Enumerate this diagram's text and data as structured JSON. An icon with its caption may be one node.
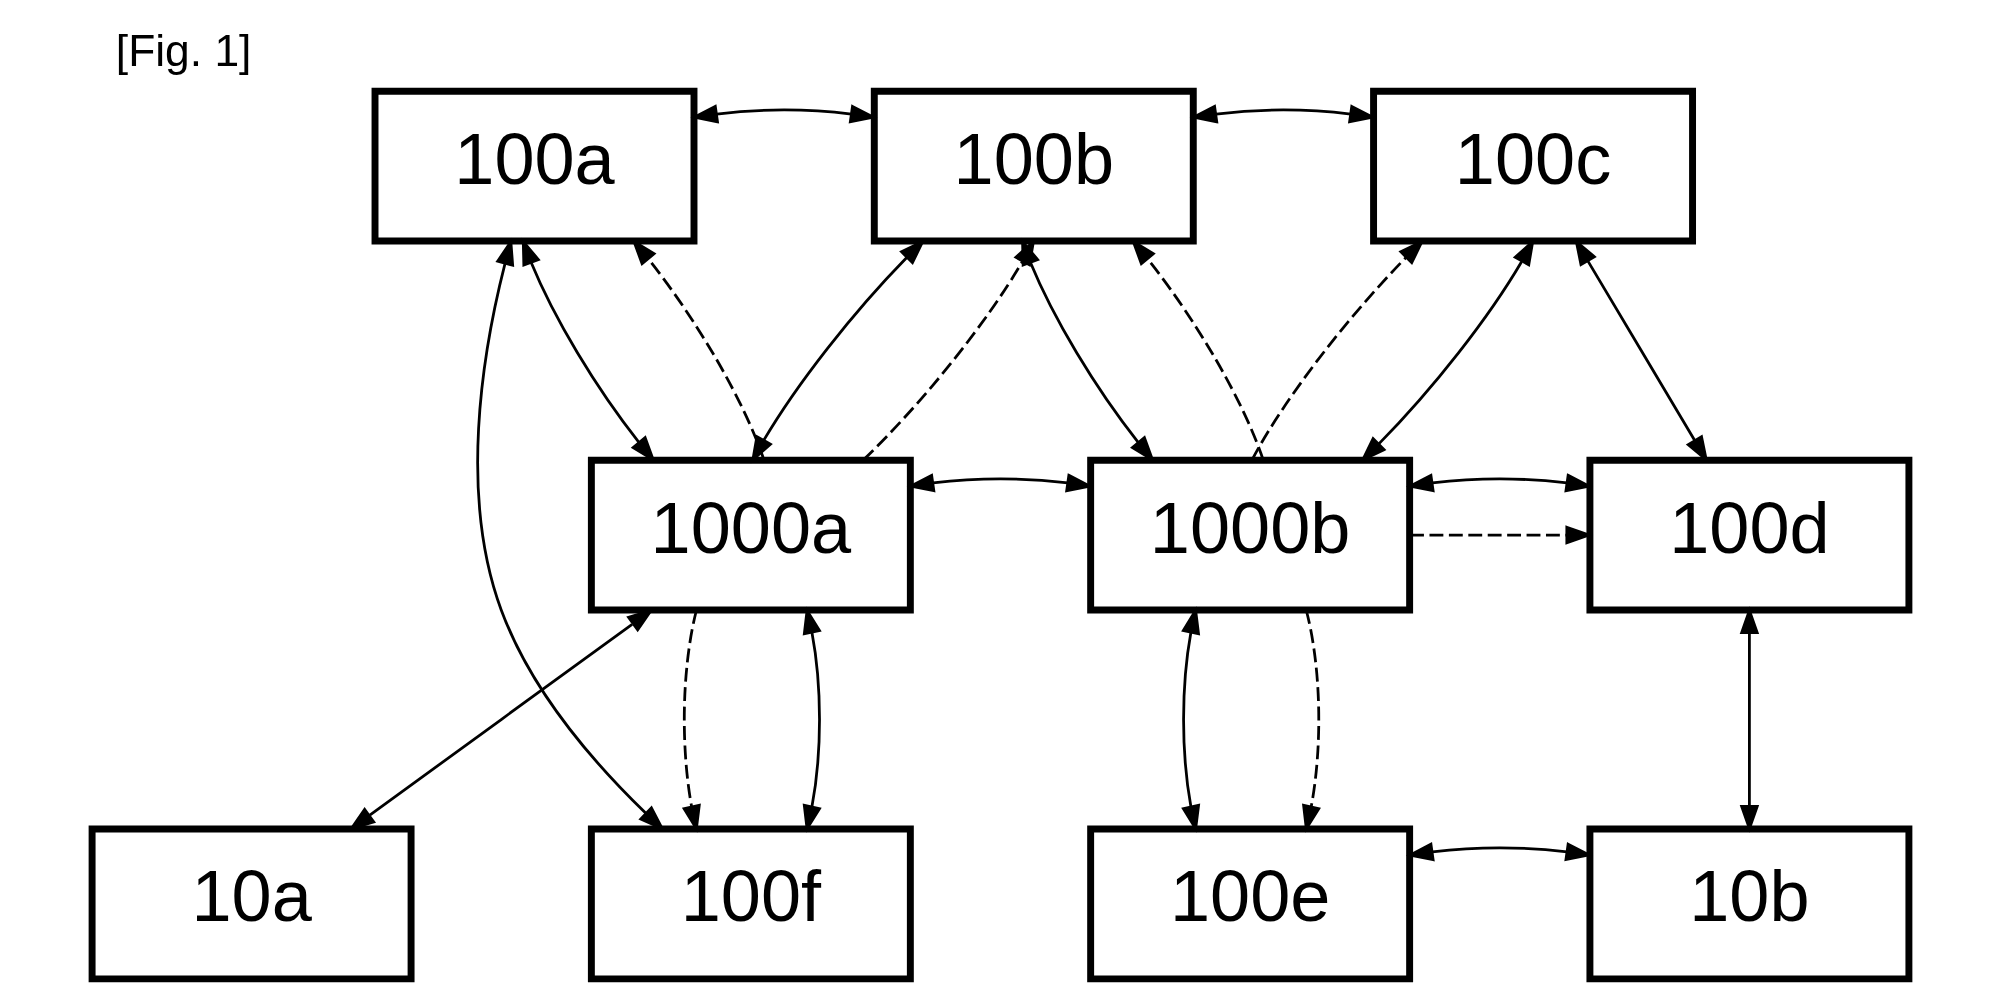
{
  "diagram": {
    "title": "[Fig. 1]",
    "nodes": [
      {
        "text": [
          "100a"
        ]
      },
      {
        "text": [
          "100b"
        ]
      },
      {
        "text": [
          "100c"
        ]
      },
      {
        "text": [
          "1000a"
        ]
      },
      {
        "text": [
          "1000b"
        ]
      },
      {
        "text": [
          "100d"
        ]
      },
      {
        "text": [
          "10a"
        ]
      },
      {
        "text": [
          "100f"
        ]
      },
      {
        "text": [
          "100e"
        ]
      },
      {
        "text": [
          "10b"
        ]
      }
    ],
    "edges": [
      {
        "from": 0,
        "to": 1,
        "arrow": "both"
      },
      {
        "from": 1,
        "to": 2,
        "arrow": "both"
      },
      {
        "from": 0,
        "to": 7,
        "arrow": "both"
      },
      {
        "from": 3,
        "to": 0,
        "arrow": "to",
        "style": "dashed"
      },
      {
        "from": 0,
        "to": 3,
        "arrow": "both"
      },
      {
        "from": 3,
        "to": 1,
        "arrow": "both"
      },
      {
        "from": 3,
        "to": 1,
        "arrow": "to",
        "style": "dashed"
      },
      {
        "from": 3,
        "to": 6,
        "arrow": "both"
      },
      {
        "from": 3,
        "to": 4,
        "arrow": "both"
      },
      {
        "from": 3,
        "to": 7,
        "arrow": "to",
        "style": "dashed"
      },
      {
        "from": 3,
        "to": 7,
        "arrow": "both"
      },
      {
        "from": 1,
        "to": 4,
        "arrow": "both"
      },
      {
        "from": 4,
        "to": 1,
        "arrow": "to",
        "style": "dashed"
      },
      {
        "from": 4,
        "to": 2,
        "arrow": "to",
        "style": "dashed"
      },
      {
        "from": 4,
        "to": 2,
        "arrow": "both"
      },
      {
        "from": 2,
        "to": 5,
        "arrow": "both"
      },
      {
        "from": 4,
        "to": 5,
        "arrow": "to",
        "style": "dashed"
      },
      {
        "from": 4,
        "to": 5,
        "arrow": "both"
      },
      {
        "from": 4,
        "to": 8,
        "arrow": "both"
      },
      {
        "from": 4,
        "to": 8,
        "arrow": "to",
        "style": "dashed"
      },
      {
        "from": 8,
        "to": 9,
        "arrow": "both"
      },
      {
        "from": 5,
        "to": 9,
        "arrow": "both"
      }
    ]
  }
}
